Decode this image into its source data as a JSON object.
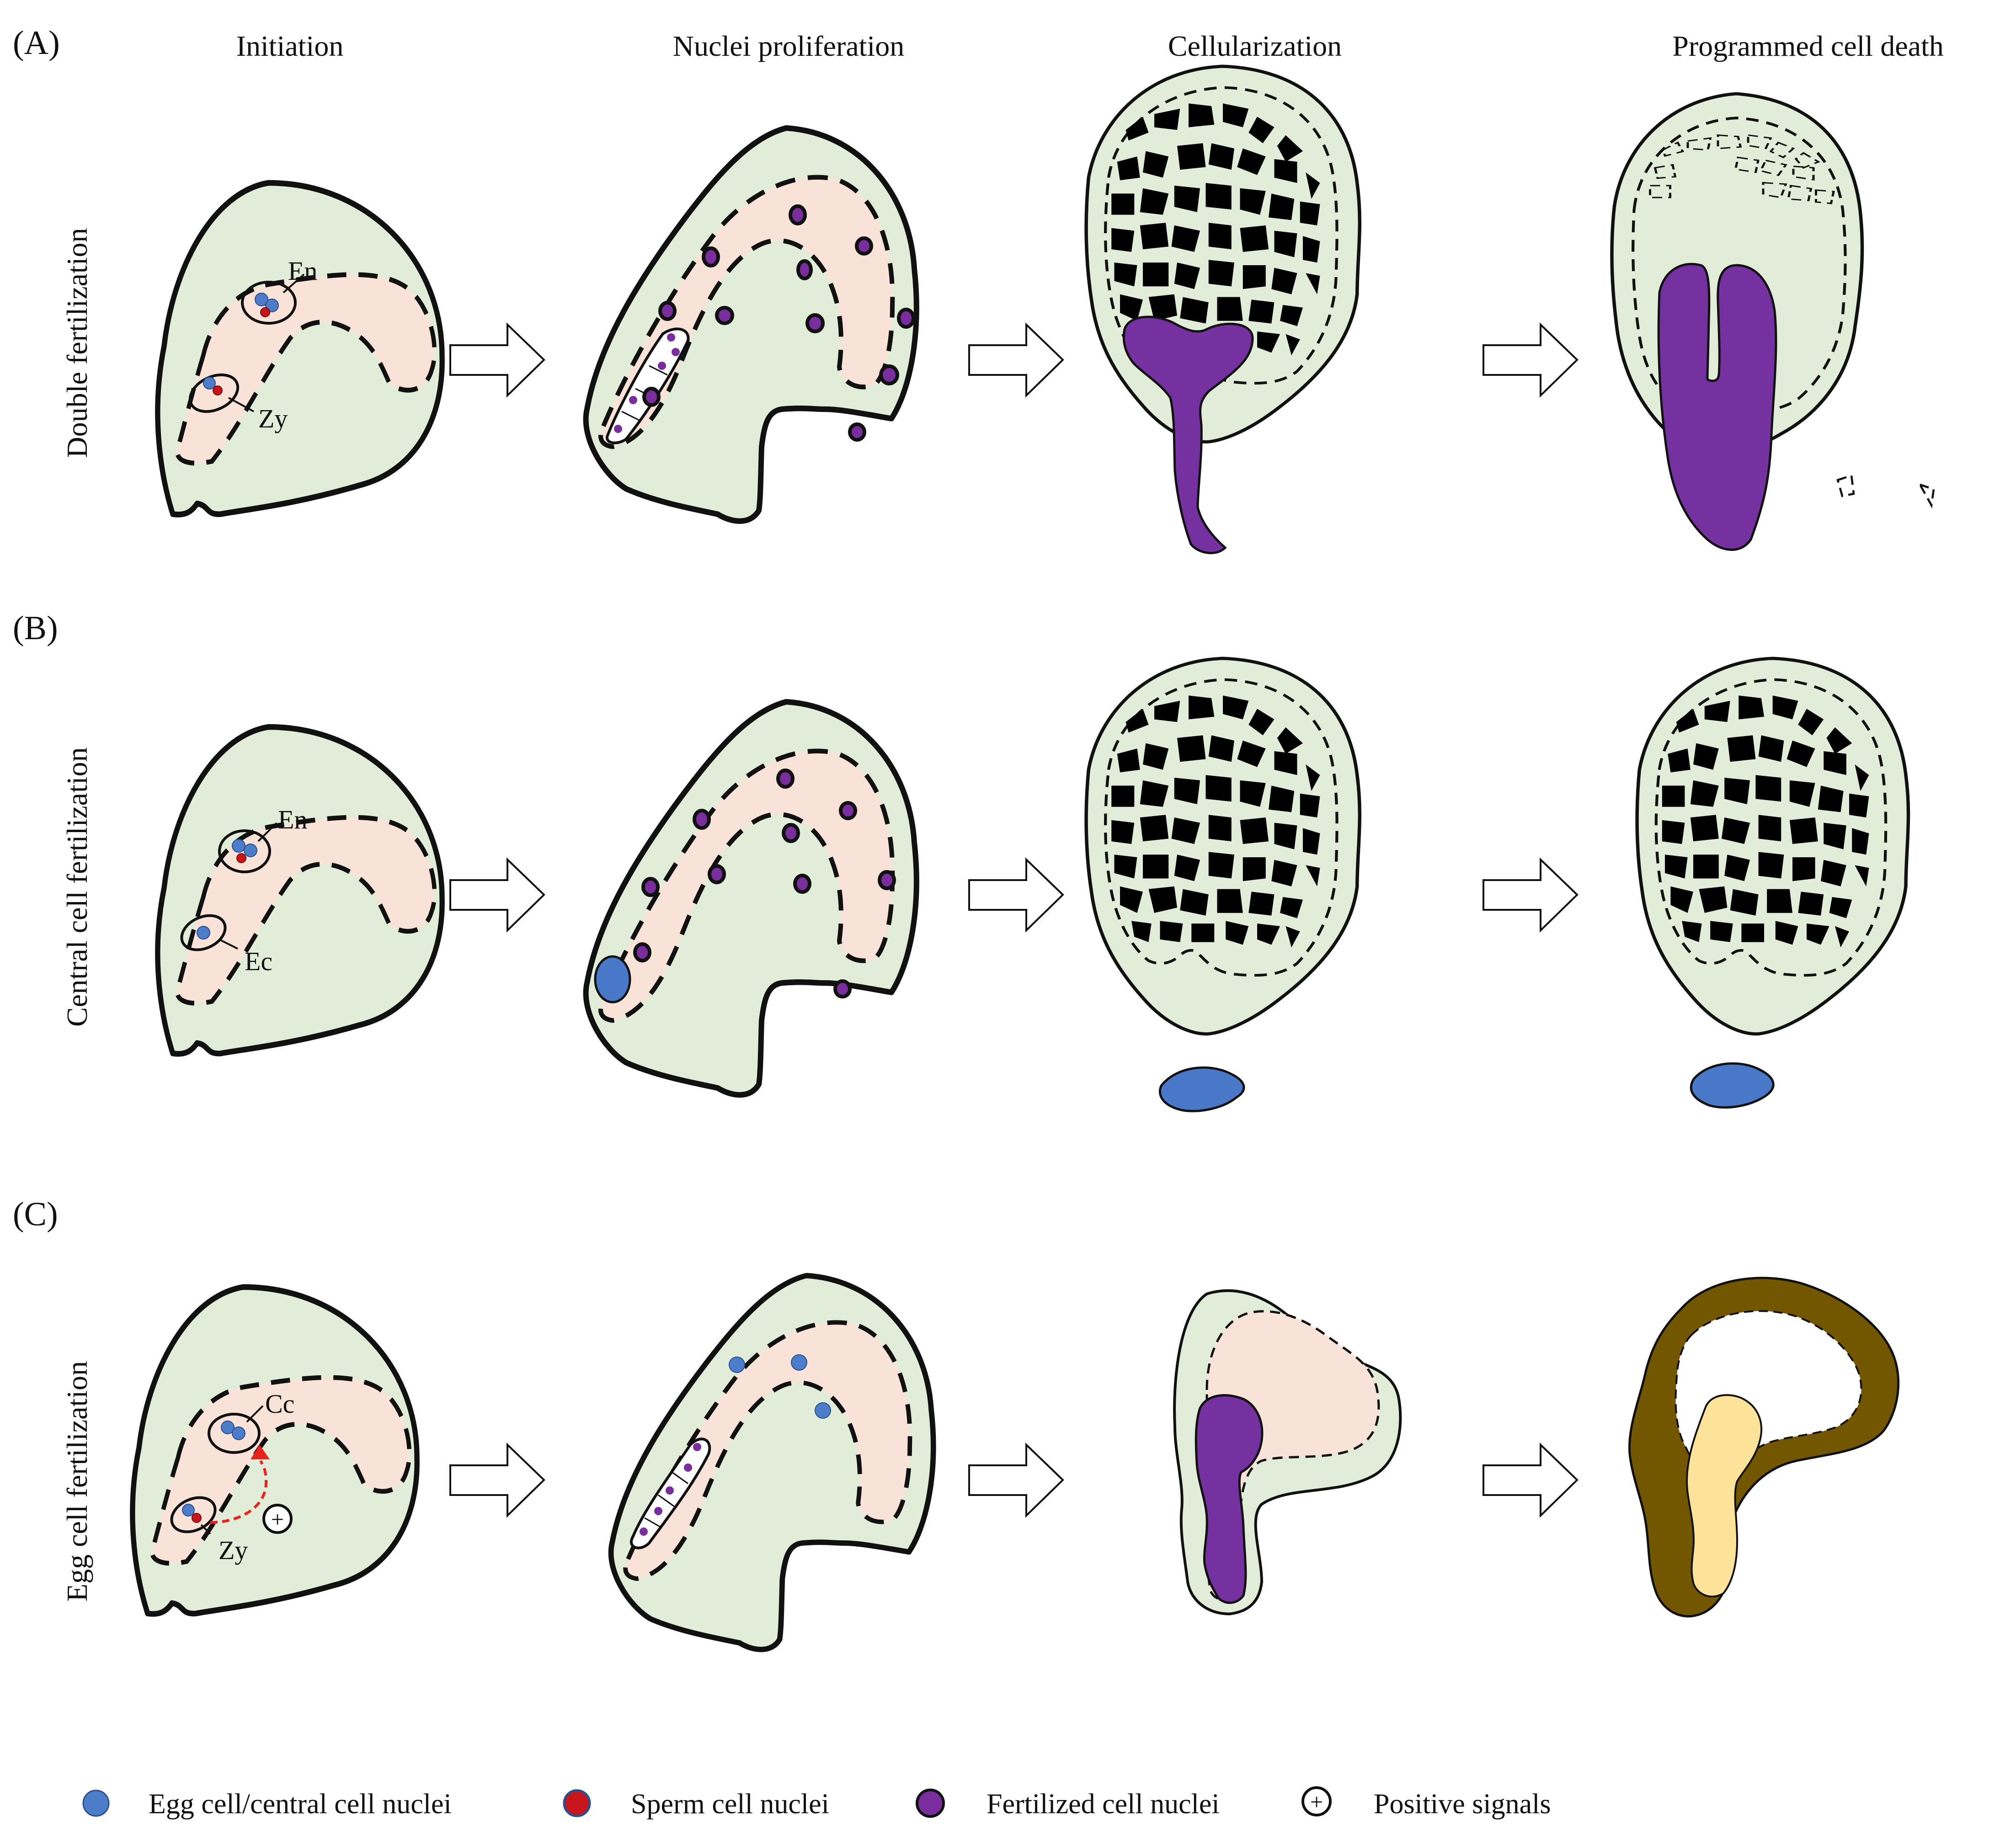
{
  "stage_headers": [
    "Initiation",
    "Nuclei proliferation",
    "Cellularization",
    "Programmed cell death"
  ],
  "panels": [
    {
      "letter": "(A)",
      "row_label": "Double fertilization",
      "labels": [
        "En",
        "Zy"
      ]
    },
    {
      "letter": "(B)",
      "row_label": "Central cell  fertilization",
      "labels": [
        "En",
        "Ec"
      ]
    },
    {
      "letter": "(C)",
      "row_label": "Egg cell  fertilization",
      "labels": [
        "Cc",
        "Zy"
      ]
    }
  ],
  "legend": [
    {
      "label": "Egg cell/central cell nuclei",
      "icon": "blue-nucleus-icon",
      "color": "#4d7cc9"
    },
    {
      "label": "Sperm cell nuclei",
      "icon": "red-nucleus-icon",
      "color": "#c8141b"
    },
    {
      "label": "Fertilized cell nuclei",
      "icon": "purple-nucleus-icon",
      "color": "#7a2e9e"
    },
    {
      "label": "Positive signals",
      "icon": "circled-plus-icon",
      "color": "#111111"
    }
  ],
  "colors": {
    "seed": "#e2edd9",
    "endosperm": "#f9e3d8",
    "embryo": "#7531a0",
    "egg_central_nuclei": "#4d7cc9",
    "sperm": "#c8141b",
    "degenerated": "#735600",
    "remnant": "#fde29a"
  }
}
